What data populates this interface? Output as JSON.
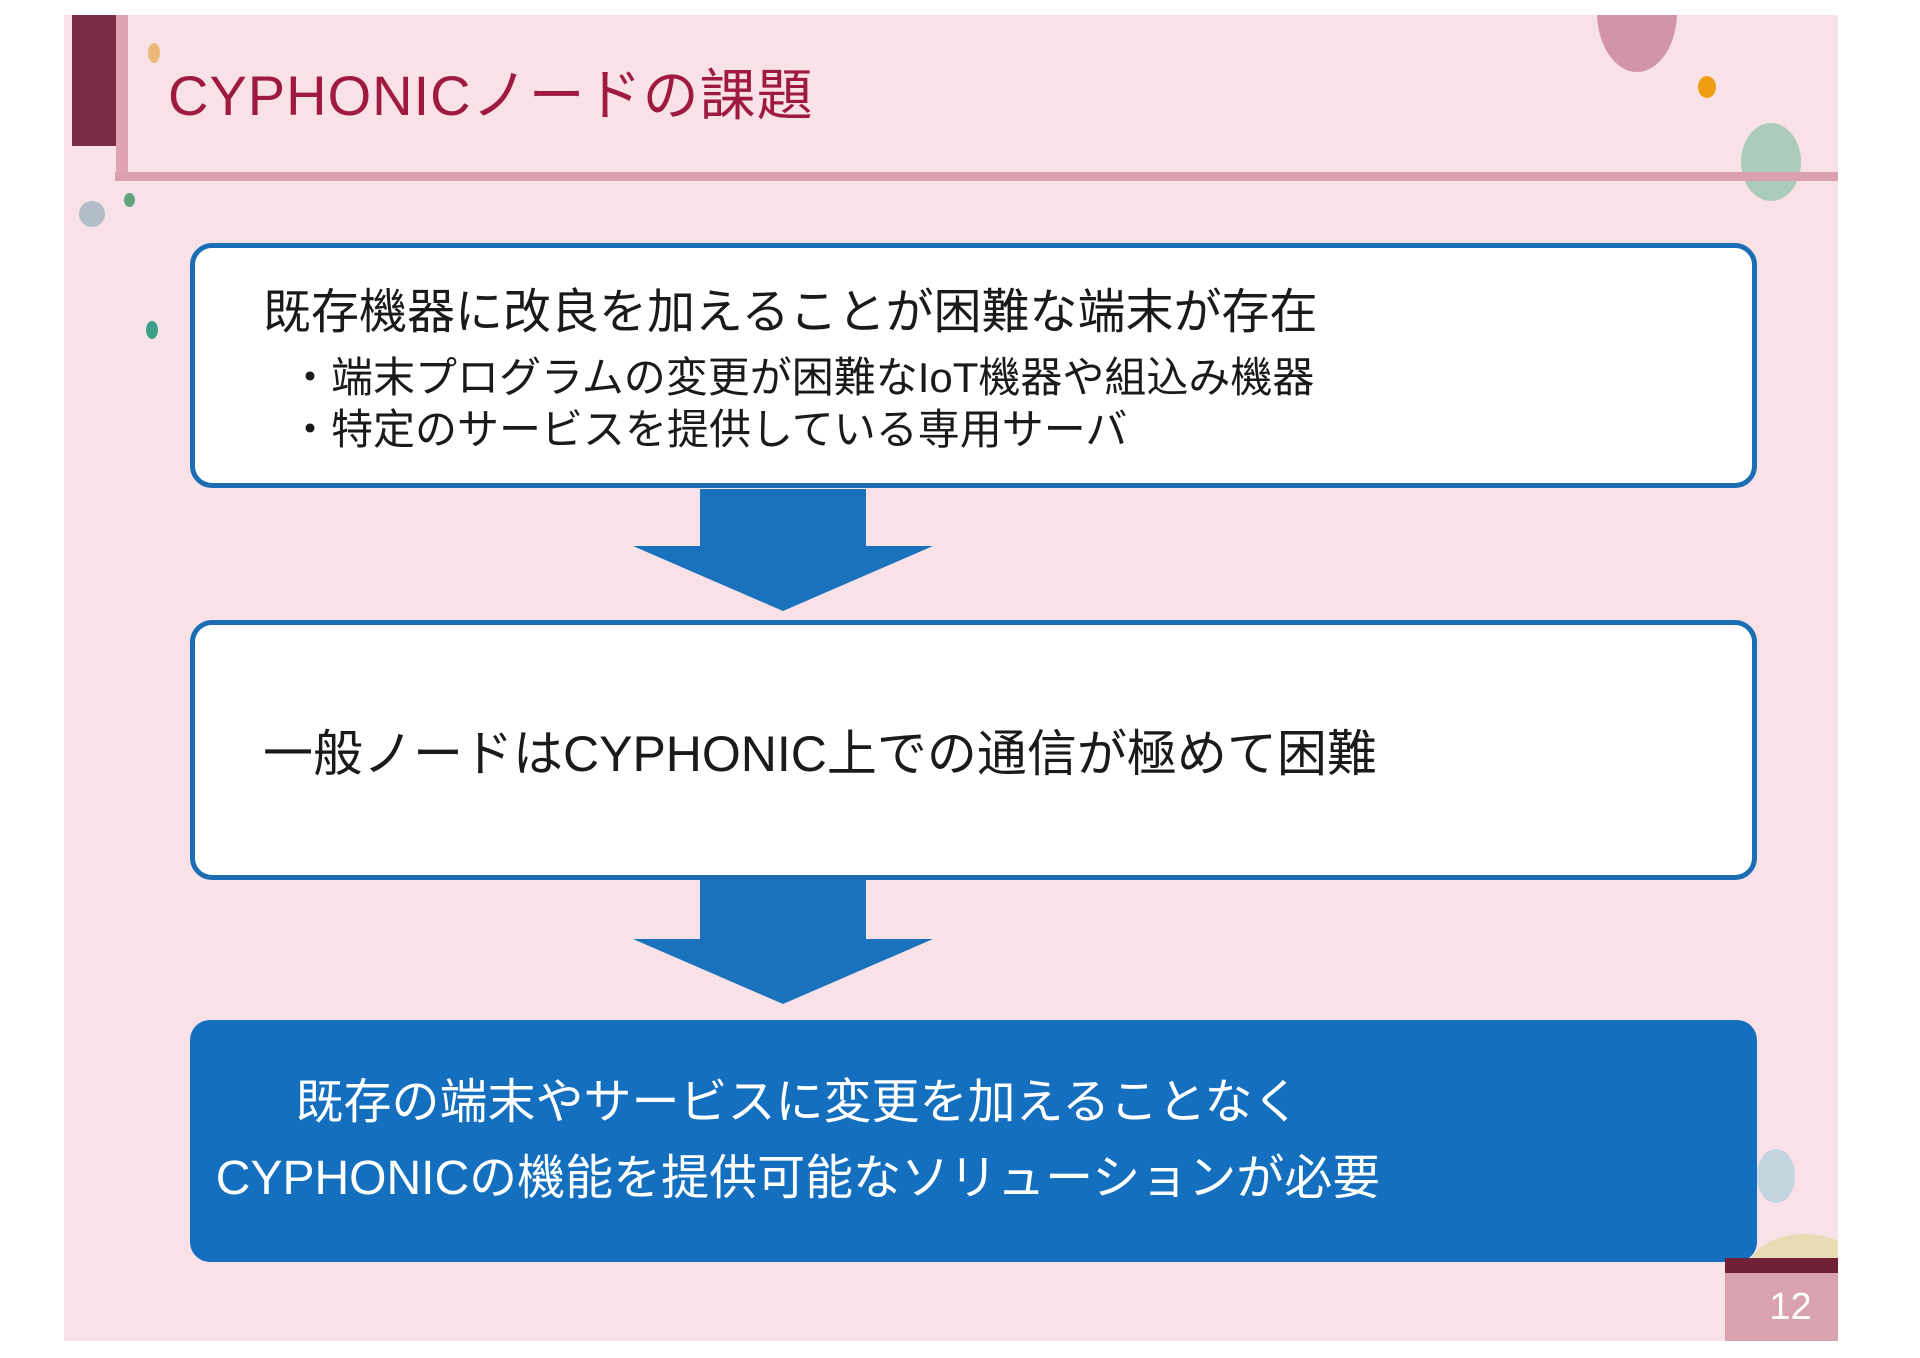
{
  "slide": {
    "title": "CYPHONICノードの課題",
    "page_number": "12",
    "box1": {
      "heading": "既存機器に改良を加えることが困難な端末が存在",
      "bullets": [
        "・端末プログラムの変更が困難なIoT機器や組込み機器",
        "・特定のサービスを提供している専用サーバ"
      ]
    },
    "box2": {
      "text": "一般ノードはCYPHONIC上での通信が極めて困難"
    },
    "conclusion": {
      "lines": [
        "既存の端末やサービスに変更を加えることなく",
        "CYPHONICの機能を提供可能なソリューションが必要"
      ]
    },
    "colors": {
      "slide_background": "#f8e1e7",
      "title_text": "#9e1a41",
      "maroon_block": "#7b2c44",
      "rose_strip": "#dfa3b4",
      "title_underline": "#dba0af",
      "box_border_blue": "#1b6db6",
      "arrow_blue": "#1b72bc",
      "conclusion_fill": "#1470be",
      "conclusion_text": "#ffffff",
      "page_box_pink": "#d9a2ae",
      "page_strip_maroon": "#721f38",
      "accent_orange": "#f09d13",
      "accent_sage": "#abccbd"
    }
  }
}
